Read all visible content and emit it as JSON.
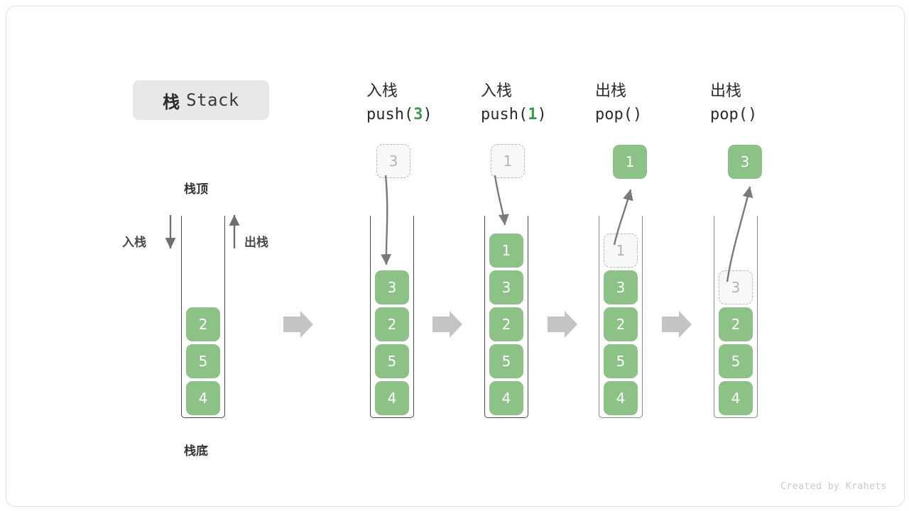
{
  "title": {
    "cn": "栈",
    "en": "Stack"
  },
  "labels": {
    "top": "栈顶",
    "bottom": "栈底",
    "push_side": "入栈",
    "pop_side": "出栈"
  },
  "credit": "Created by Krahets",
  "colors": {
    "element_green": "#8dc287",
    "accent_green": "#3c9a4e",
    "ghost_border": "#b8b8b8",
    "ghost_text": "#b4b4b4",
    "arrow_gray": "#7a7a7a",
    "flow_arrow_gray": "#c4c4c4",
    "channel_stroke": "#4a4a4a",
    "badge_bg": "#e8e8e8"
  },
  "initial_stack": {
    "name": "initial",
    "values": [
      "2",
      "5",
      "4"
    ]
  },
  "steps": [
    {
      "id": "push-3",
      "head_cn": "入栈",
      "op_prefix": "push(",
      "op_arg": "3",
      "op_suffix": ")",
      "operation": "push",
      "floating": {
        "value": "3",
        "style": "ghost"
      },
      "stack": [
        "3",
        "2",
        "5",
        "4"
      ],
      "ghost_index": -1
    },
    {
      "id": "push-1",
      "head_cn": "入栈",
      "op_prefix": "push(",
      "op_arg": "1",
      "op_suffix": ")",
      "operation": "push",
      "floating": {
        "value": "1",
        "style": "ghost"
      },
      "stack": [
        "1",
        "3",
        "2",
        "5",
        "4"
      ],
      "ghost_index": -1
    },
    {
      "id": "pop-1",
      "head_cn": "出栈",
      "op_prefix": "pop(",
      "op_arg": "",
      "op_suffix": ")",
      "operation": "pop",
      "floating": {
        "value": "1",
        "style": "filled"
      },
      "stack": [
        "1",
        "3",
        "2",
        "5",
        "4"
      ],
      "ghost_index": 0
    },
    {
      "id": "pop-3",
      "head_cn": "出栈",
      "op_prefix": "pop(",
      "op_arg": "",
      "op_suffix": ")",
      "operation": "pop",
      "floating": {
        "value": "3",
        "style": "filled"
      },
      "stack": [
        "3",
        "2",
        "5",
        "4"
      ],
      "ghost_index": 0
    }
  ]
}
